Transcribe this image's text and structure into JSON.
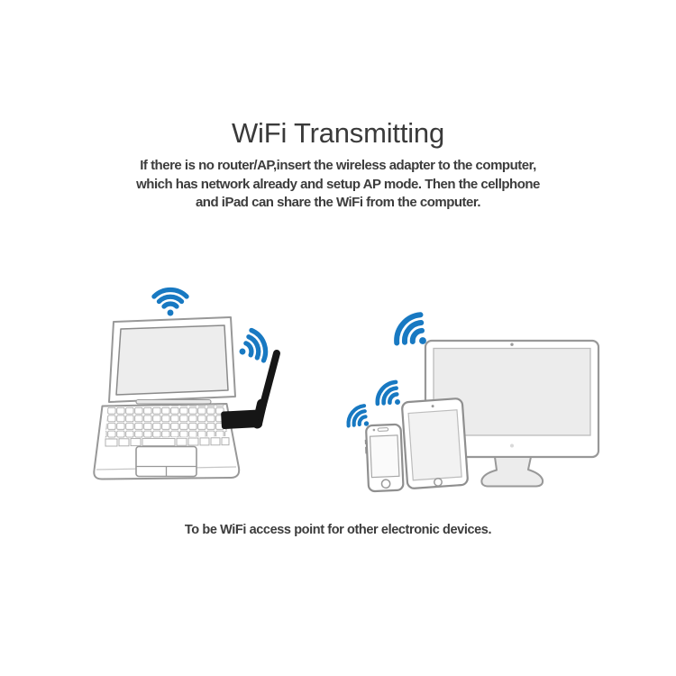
{
  "header": {
    "title": "WiFi Transmitting",
    "description_lines": [
      "If there is no router/AP,insert the wireless adapter to the computer,",
      "which has network already and setup AP mode. Then the cellphone",
      "and iPad can share the WiFi from the computer."
    ]
  },
  "footer": {
    "caption": "To be WiFi access point for other electronic devices."
  },
  "colors": {
    "background": "#ffffff",
    "text_dark": "#3a3a3a",
    "wifi_blue": "#1879c2",
    "device_outline_gray": "#989898",
    "screen_fill_gray": "#ececec",
    "adapter_black": "#161616"
  },
  "illustration": {
    "devices": [
      "laptop",
      "usb-wifi-adapter-with-antenna",
      "desktop-monitor",
      "tablet",
      "smartphone"
    ],
    "icons": [
      "wifi-signal-icon-above-laptop",
      "wifi-signal-icon-at-antenna",
      "wifi-signal-icon-monitor",
      "wifi-signal-icon-tablet",
      "wifi-signal-icon-phone"
    ]
  }
}
